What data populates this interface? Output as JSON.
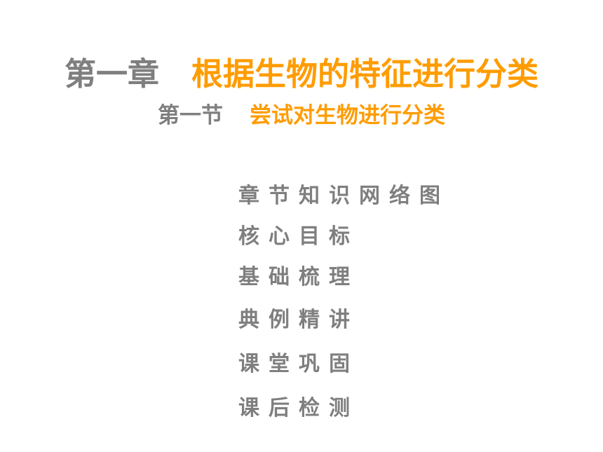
{
  "title": {
    "chapter_label": "第一章",
    "chapter_title": "根据生物的特征进行分类",
    "section_label": "第一节",
    "section_title": "尝试对生物进行分类"
  },
  "menu": {
    "items": [
      {
        "label": "章节知识网络图"
      },
      {
        "label": "核心目标"
      },
      {
        "label": "基础梳理"
      },
      {
        "label": "典例精讲"
      },
      {
        "label": "课堂巩固"
      },
      {
        "label": "课后检测"
      }
    ]
  },
  "colors": {
    "gray_text": "#7f7f7f",
    "orange_accent": "#ff9c00",
    "background": "#ffffff"
  }
}
